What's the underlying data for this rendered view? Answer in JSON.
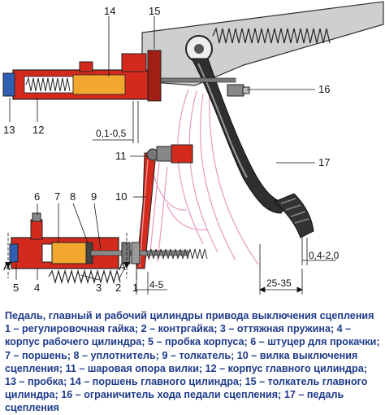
{
  "labels": {
    "l1": "1",
    "l2": "2",
    "l3": "3",
    "l4": "4",
    "l5": "5",
    "l6": "6",
    "l7": "7",
    "l8": "8",
    "l9": "9",
    "l10": "10",
    "l11": "11",
    "l12": "12",
    "l13": "13",
    "l14": "14",
    "l15": "15",
    "l16": "16",
    "l17": "17",
    "A1": "A",
    "A2": "A"
  },
  "dimensions": {
    "d1": "0,1-0,5",
    "d2": "4-5",
    "d3": "0,4-2,0",
    "d4": "25-35"
  },
  "caption": "Педаль, главный и рабочий цилиндры привода выключения сцепления 1 – регулировочная гайка; 2 – контргайка; 3 – оттяжная пружина; 4 – корпус рабочего цилиндра; 5 – пробка корпуса; 6 – штуцер для прокачки; 7 – поршень; 8 – уплотнитель; 9 – толкатель; 10 – вилка выключения сцепления; 11 – шаровая опора вилки; 12 – корпус главного цилиндра; 13 – пробка; 14 – поршень главного цилиндра; 15 – толкатель главного цилиндра; 16 – ограничитель хода педали сцепления; 17 – педаль сцепления",
  "colors": {
    "housing": "#d42a1e",
    "piston": "#f2a72e",
    "plug": "#2f5fb3",
    "metal": "#9a9a9a",
    "pedal": "#2a2a2a",
    "caption": "#1e3a8a"
  }
}
